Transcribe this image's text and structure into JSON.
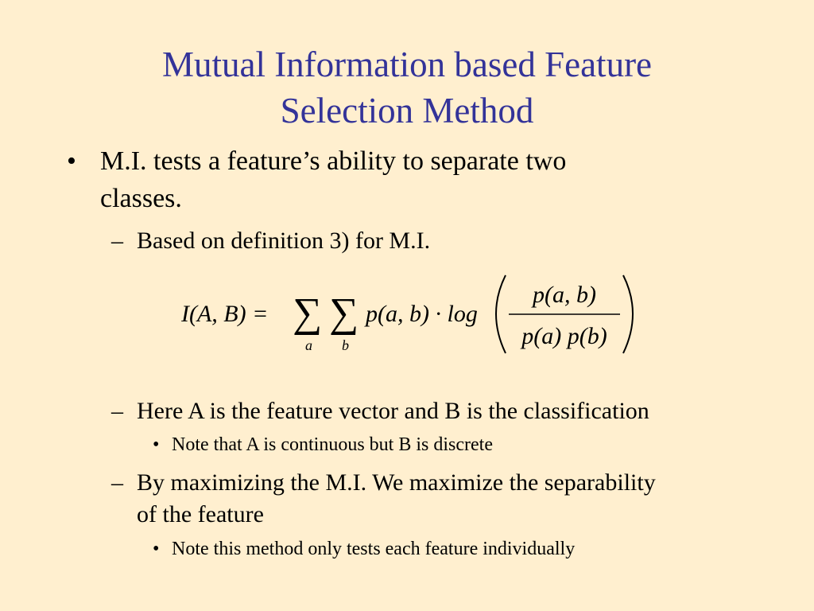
{
  "slide": {
    "title_line1": "Mutual Information based Feature",
    "title_line2": "Selection Method",
    "bullet_marker": "•",
    "dash_marker": "–",
    "items": [
      {
        "level": 1,
        "lines": [
          "M.I. tests a feature’s ability to separate two",
          "classes."
        ]
      },
      {
        "level": 2,
        "lines": [
          "Based on definition 3) for M.I."
        ]
      },
      {
        "level": 2,
        "lines": [
          "Here A is the feature vector and B is the classification"
        ]
      },
      {
        "level": 3,
        "lines": [
          "Note that A is continuous but B is discrete"
        ]
      },
      {
        "level": 2,
        "lines": [
          "By maximizing the M.I. We maximize the separability",
          "of the feature"
        ]
      },
      {
        "level": 3,
        "lines": [
          "Note this method only tests each feature individually"
        ]
      }
    ],
    "formula": {
      "lhs": "I(A, B) =",
      "sum_a_index": "a",
      "sum_b_index": "b",
      "term": "p(a, b) · log",
      "numerator": "p(a, b)",
      "denominator": "p(a) p(b)"
    }
  },
  "colors": {
    "background": "#FFEFCF",
    "title": "#333399",
    "text": "#000000"
  }
}
